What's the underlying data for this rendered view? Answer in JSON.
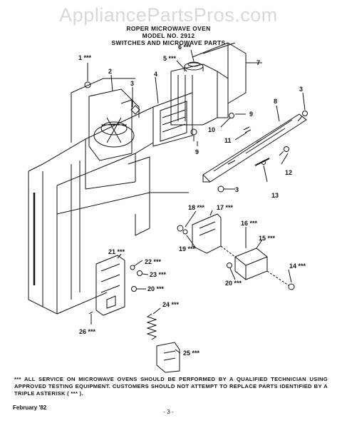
{
  "watermark": "AppliancePartsPros.com",
  "header": {
    "line1": "ROPER MICROWAVE OVEN",
    "line2": "MODEL NO. 2912",
    "line3": "SWITCHES AND MICROWAVE PARTS"
  },
  "callouts": [
    "1 ***",
    "2",
    "3",
    "4",
    "5 ***",
    "6 ***",
    "7",
    "8",
    "3",
    "9",
    "10",
    "11",
    "9",
    "12",
    "13",
    "3",
    "18 ***",
    "17 ***",
    "16 ***",
    "15 ***",
    "19 ***",
    "14 ***",
    "20 ***",
    "21 ***",
    "22 ***",
    "23 ***",
    "20 ***",
    "24 ***",
    "26 ***",
    "25 ***"
  ],
  "footnote": "*** ALL SERVICE ON MICROWAVE OVENS SHOULD BE PERFORMED BY A QUALIFIED TECHNICIAN USING APPROVED TESTING EQUIPMENT. CUSTOMERS SHOULD NOT ATTEMPT TO REPLACE PARTS IDENTIFIED BY A TRIPLE ASTERISK ( *** ).",
  "date": "February '82",
  "page_number": "- 3 -"
}
